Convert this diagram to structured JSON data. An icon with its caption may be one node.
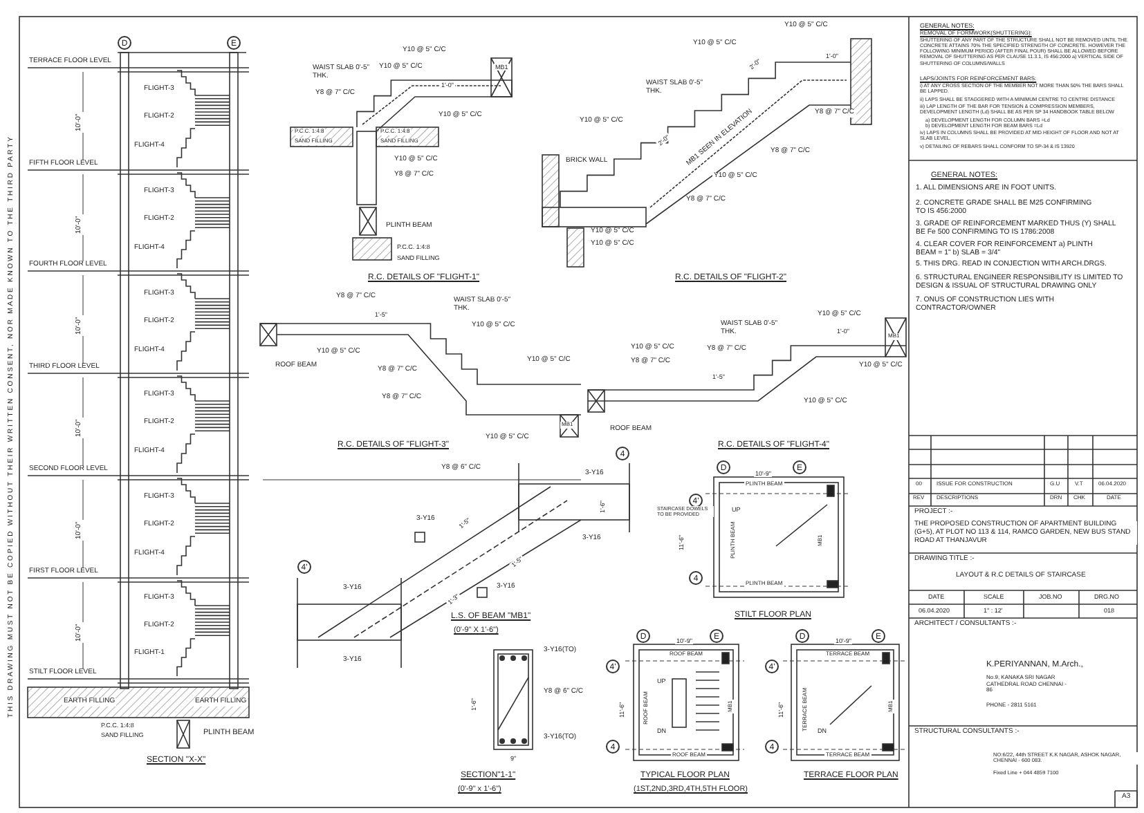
{
  "diagram": {
    "nodes": [
      {
        "text": [
          "D"
        ]
      },
      {
        "text": [
          "E"
        ]
      },
      {
        "text": [
          "4"
        ]
      },
      {
        "text": [
          "4'"
        ]
      },
      {
        "text": [
          "D"
        ]
      },
      {
        "text": [
          "E"
        ]
      },
      {
        "text": [
          "4'"
        ]
      },
      {
        "text": [
          "4"
        ]
      },
      {
        "text": [
          "D"
        ]
      },
      {
        "text": [
          "E"
        ]
      },
      {
        "text": [
          "4'"
        ]
      },
      {
        "text": [
          "4"
        ]
      },
      {
        "text": [
          "D"
        ]
      },
      {
        "text": [
          "E"
        ]
      },
      {
        "text": [
          "4'"
        ]
      },
      {
        "text": [
          "4"
        ]
      }
    ],
    "labels": [
      "THIS DRAWING MUST NOT BE COPIED WITHOUT THEIR WRITTEN CONSENT, NOR MADE KNOWN TO THE THIRD PARTY",
      "TERRACE FLOOR LEVEL",
      "FLIGHT-3",
      "FLIGHT-2",
      "FLIGHT-4",
      "FIFTH FLOOR LEVEL",
      "FLIGHT-3",
      "FLIGHT-2",
      "FLIGHT-4",
      "FOURTH FLOOR LEVEL",
      "FLIGHT-3",
      "FLIGHT-2",
      "FLIGHT-4",
      "THIRD FLOOR LEVEL",
      "FLIGHT-3",
      "FLIGHT-2",
      "FLIGHT-4",
      "SECOND FLOOR LEVEL",
      "FLIGHT-3",
      "FLIGHT-2",
      "FLIGHT-4",
      "FIRST FLOOR LEVEL",
      "FLIGHT-3",
      "FLIGHT-2",
      "FLIGHT-1",
      "STILT FLOOR LEVEL",
      "10'-0\"",
      "10'-0\"",
      "10'-0\"",
      "10'-0\"",
      "10'-0\"",
      "10'-0\"",
      "EARTH FILLING",
      "EARTH FILLING",
      "P.C.C. 1:4:8",
      "SAND FILLING",
      "PLINTH BEAM",
      "SECTION \"X-X\"",
      "MB1",
      "Y10 @ 5\" C/C",
      "WAIST SLAB 0'-5\" THK.",
      "Y10 @ 5\" C/C",
      "1'-0\"",
      "Y8 @ 7\" C/C",
      "Y10 @ 5\" C/C",
      "P.C.C. 1:4:8",
      "SAND FILLING",
      "P.C.C. 1:4:8",
      "SAND FILLING",
      "Y10 @ 5\" C/C",
      "Y8 @ 7\" C/C",
      "PLINTH BEAM",
      "P.C.C. 1:4:8",
      "SAND FILLING",
      "R.C. DETAILS OF \"FLIGHT-1\"",
      "Y10 @ 5\" C/C",
      "Y10 @ 5\" C/C",
      "2'-0\"",
      "1'-0\"",
      "WAIST SLAB 0'-5\" THK.",
      "Y8 @ 7\" C/C",
      "Y10 @ 5\" C/C",
      "2'-0\"",
      "MB1 SEEN IN ELEVATION",
      "Y8 @ 7\" C/C",
      "BRICK WALL",
      "Y10 @ 5\" C/C",
      "Y8 @ 7\" C/C",
      "Y10 @ 5\" C/C",
      "Y10 @ 5\" C/C",
      "R.C. DETAILS OF \"FLIGHT-2\"",
      "Y8 @ 7\" C/C",
      "WAIST SLAB 0'-5\" THK.",
      "1'-5\"",
      "Y10 @ 5\" C/C",
      "Y10 @ 5\" C/C",
      "ROOF BEAM",
      "Y8 @ 7\" C/C",
      "Y8 @ 7\" C/C",
      "Y10 @ 5\" C/C",
      "Y10 @ 5\" C/C",
      "Y8 @ 7\" C/C",
      "Y10 @ 5\" C/C",
      "MB1",
      "ROOF BEAM",
      "1'-5\"",
      "WAIST SLAB 0'-5\" THK.",
      "Y8 @ 7\" C/C",
      "Y10 @ 5\" C/C",
      "1'-0\"",
      "MB1",
      "Y10 @ 5\" C/C",
      "Y10 @ 5\" C/C",
      "R.C. DETAILS OF \"FLIGHT-3\"",
      "R.C. DETAILS OF \"FLIGHT-4\"",
      "Y8 @ 6\" C/C",
      "3-Y16",
      "1'-6\"",
      "3-Y16",
      "1'-5\"",
      "3-Y16",
      "1'-5\"",
      "3-Y16",
      "3-Y16",
      "1'-3\"",
      "3-Y16",
      "L.S. OF BEAM \"MB1\"",
      "(0'-9\" X 1'-6\")",
      "3-Y16(TO)",
      "Y8 @ 6\" C/C",
      "1'-6\"",
      "3-Y16(TO)",
      "9\"",
      "SECTION\"1-1\"",
      "(0'-9\" x 1'-6\")",
      "10'-9\"",
      "PLINTH BEAM",
      "STAIRCASE DOWELS TO BE PROVIDED",
      "UP",
      "11'-6\"",
      "PLINTH BEAM",
      "MB1",
      "PLINTH BEAM",
      "STILT FLOOR PLAN",
      "10'-9\"",
      "ROOF BEAM",
      "UP",
      "11'-6\"",
      "ROOF BEAM",
      "MB1",
      "DN",
      "ROOF BEAM",
      "TYPICAL FLOOR PLAN",
      "(1ST,2ND,3RD,4TH,5TH FLOOR)",
      "10'-9\"",
      "TERRACE BEAM",
      "11'-6\"",
      "TERRACE BEAM",
      "MB1",
      "DN",
      "TERRACE BEAM",
      "TERRACE FLOOR PLAN",
      "GENERAL NOTES:",
      "REMOVAL OF FORMWORK(SHUTTERING):",
      "SHUTTERING OF ANY PART OF THE STRUCTURE SHALL NOT BE REMOVED UNTIL THE CONCRETE ATTAINS 70% THE SPECIFIED STRENGTH OF CONCRETE. HOWEVER THE FOLLOWING MINIMUM PERIOD (AFTER FINAL POUR) SHALL BE ALLOWED BEFORE REMOVAL OF SHUTTERING AS PER CLAUSE 11.3.1, IS 456:2000 a) VERTICAL SIDE OF SHUTTERING OF COLUMNS/WALLS",
      "LAPS/JOINTS FOR REINFORCEMENT BARS:",
      "i) AT ANY CROSS SECTION OF THE MEMBER NOT MORE THAN 50% THE BARS SHALL BE LAPPED.",
      "ii) LAPS SHALL BE STAGGERED WITH A MINIMUM CENTRE TO CENTRE DISTANCE",
      "iii) LAP LENGTH OF THE BAR FOR TENSION & COMPRESSION MEMBERS, DEVELOPMENT LENGTH (Ld) SHALL BE AS PER SP 34 HANDBOOK TABLE BELOW",
      "a) DEVELOPMENT LENGTH FOR COLUMN BARS =Ld",
      "b) DEVELOPMENT LENGTH FOR BEAM BARS =Ld",
      "iv) LAPS IN COLUMNS SHALL BE PROVIDED AT MID HEIGHT OF FLOOR AND NOT AT SLAB LEVEL.",
      "v) DETAILING OF REBARS SHALL CONFORM TO SP-34 & IS 13920",
      "GENERAL NOTES:",
      "1. ALL DIMENSIONS ARE IN FOOT UNITS.",
      "2. CONCRETE GRADE SHALL BE M25 CONFIRMING TO IS 456:2000",
      "3. GRADE OF REINFORCEMENT MARKED THUS (Y) SHALL BE Fe 500 CONFIRMING TO IS 1786:2008",
      "4. CLEAR COVER FOR REINFORCEMENT a) PLINTH BEAM = 1\" b) SLAB = 3/4\"",
      "5. THIS DRG. READ IN CONJECTION WITH ARCH.DRGS.",
      "6. STRUCTURAL ENGINEER RESPONSIBILITY IS LIMITED TO DESIGN & ISSUAL OF STRUCTURAL DRAWING ONLY",
      "7. ONUS OF CONSTRUCTION LIES WITH CONTRACTOR/OWNER",
      "00",
      "ISSUE FOR CONSTRUCTION",
      "G.U",
      "V.T",
      "06.04.2020",
      "REV",
      "DESCRIPTIONS",
      "DRN",
      "CHK",
      "DATE",
      "PROJECT :-",
      "THE PROPOSED CONSTRUCTION OF APARTMENT BUILDING (G+5), AT PLOT NO 113 & 114, RAMCO GARDEN, NEW BUS STAND ROAD AT THANJAVUR",
      "DRAWING TITLE :-",
      "LAYOUT & R.C DETAILS OF STAIRCASE",
      "DATE",
      "SCALE",
      "JOB.NO",
      "DRG.NO",
      "06.04.2020",
      "1\" : 12'",
      "018",
      "ARCHITECT / CONSULTANTS :-",
      "K.PERIYANNAN, M.Arch.,",
      "No.9, KANAKA SRI NAGAR CATHEDRAL ROAD CHENNAI - 86",
      "PHONE - 2811 5161",
      "STRUCTURAL CONSULTANTS :-",
      "NO:6/22, 44th STREET K.K NAGAR, ASHOK NAGAR, CHENNAI - 600 083.",
      "Fixed Line + 044 4859 7100",
      "A3"
    ]
  }
}
